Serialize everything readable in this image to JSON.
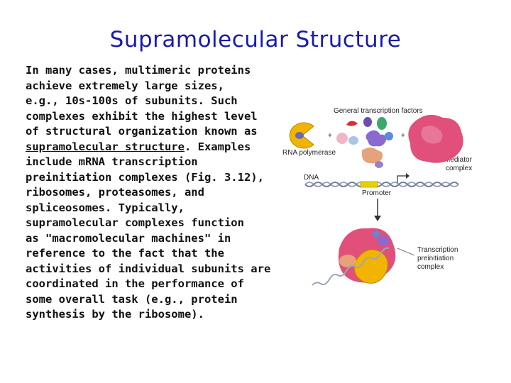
{
  "slide": {
    "title": "Supramolecular Structure",
    "text_lines": [
      "In many cases, multimeric proteins",
      "achieve extremely large sizes,",
      "e.g., 10s-100s of subunits. Such",
      "complexes exhibit the highest level",
      "of structural organization known as"
    ],
    "underlined_term": "supramolecular structure",
    "after_term": ". Examples",
    "text_lines_2": [
      "include mRNA transcription",
      "preinitiation complexes (Fig. 3.12),",
      "ribosomes, proteasomes, and",
      "spliceosomes. Typically,",
      "supramolecular complexes function",
      "as \"macromolecular machines\" in",
      "reference to the fact that the",
      "activities of individual subunits are",
      "coordinated in the performance of",
      "some overall task (e.g., protein",
      "synthesis by the ribosome)."
    ]
  },
  "figure": {
    "label_gtf": "General transcription factors",
    "label_rnapol": "RNA polymerase",
    "label_mediator_1": "Mediator",
    "label_mediator_2": "complex",
    "label_dna": "DNA",
    "label_promoter": "Promoter",
    "label_tpc_1": "Transcription",
    "label_tpc_2": "preinitiation",
    "label_tpc_3": "complex",
    "plus": "+",
    "colors": {
      "rna_pol": "#f2b400",
      "mediator": "#e0507a",
      "dna": "#9aa6b8",
      "promoter": "#e8d000",
      "title": "#1a1ab0"
    }
  }
}
